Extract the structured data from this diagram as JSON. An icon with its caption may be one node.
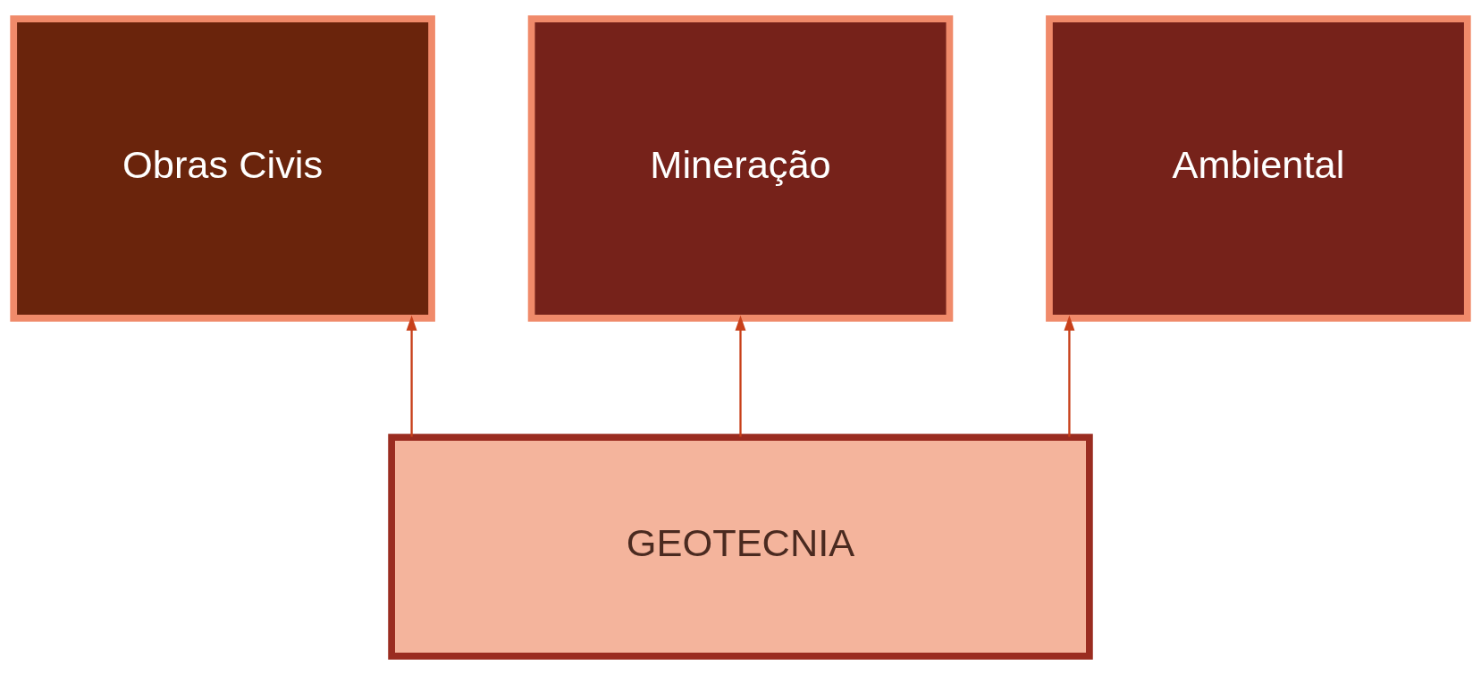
{
  "diagram": {
    "nodes": [
      {
        "text": [
          "Obras Civis"
        ]
      },
      {
        "text": [
          "Mineração"
        ]
      },
      {
        "text": [
          "Ambiental"
        ]
      },
      {
        "text": [
          "GEOTECNIA"
        ]
      }
    ],
    "edges": [
      {
        "from": 3,
        "to": 0,
        "arrow": "to"
      },
      {
        "from": 3,
        "to": 1,
        "arrow": "to"
      },
      {
        "from": 3,
        "to": 2,
        "arrow": "to"
      }
    ]
  }
}
